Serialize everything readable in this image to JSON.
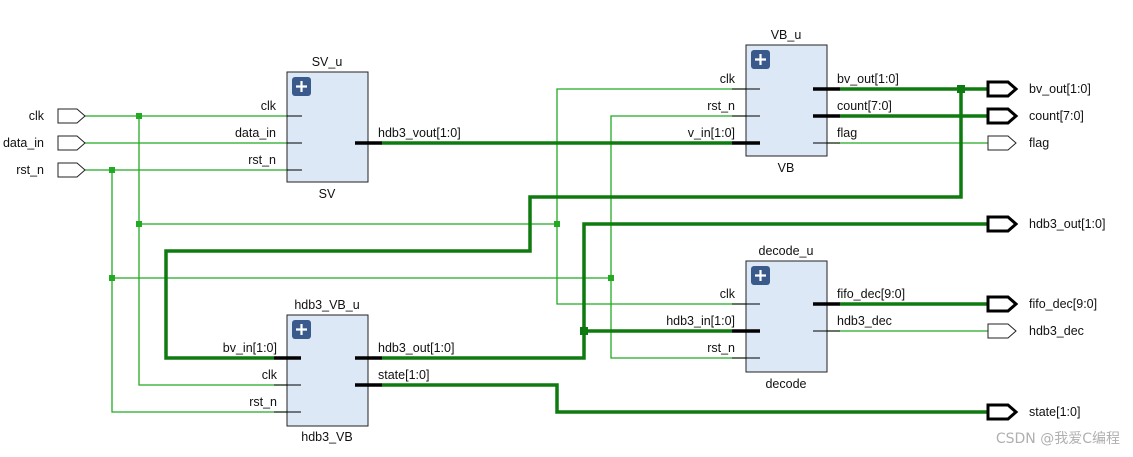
{
  "diagram": {
    "type": "rtl-schematic",
    "colors": {
      "net": "#22aa22",
      "bus": "#0f7a0f",
      "block_fill": "#dde8f6",
      "block_border": "#222222",
      "expand_button": "#3a5a8c",
      "pin": "#000000"
    },
    "top_inputs": [
      {
        "name": "clk",
        "bus": false
      },
      {
        "name": "data_in",
        "bus": false
      },
      {
        "name": "rst_n",
        "bus": false
      }
    ],
    "top_outputs": [
      {
        "name": "bv_out[1:0]",
        "bus": true
      },
      {
        "name": "count[7:0]",
        "bus": true
      },
      {
        "name": "flag",
        "bus": false
      },
      {
        "name": "hdb3_out[1:0]",
        "bus": true
      },
      {
        "name": "fifo_dec[9:0]",
        "bus": true
      },
      {
        "name": "hdb3_dec",
        "bus": false
      },
      {
        "name": "state[1:0]",
        "bus": true
      }
    ],
    "blocks": {
      "sv": {
        "instance": "SV_u",
        "module": "SV",
        "expand_icon": "plus-icon",
        "inputs": [
          "clk",
          "data_in",
          "rst_n"
        ],
        "outputs": [
          "hdb3_vout[1:0]"
        ]
      },
      "vb": {
        "instance": "VB_u",
        "module": "VB",
        "expand_icon": "plus-icon",
        "inputs": [
          "clk",
          "rst_n",
          "v_in[1:0]"
        ],
        "outputs": [
          "bv_out[1:0]",
          "count[7:0]",
          "flag"
        ]
      },
      "hdb3vb": {
        "instance": "hdb3_VB_u",
        "module": "hdb3_VB",
        "expand_icon": "plus-icon",
        "inputs": [
          "bv_in[1:0]",
          "clk",
          "rst_n"
        ],
        "outputs": [
          "hdb3_out[1:0]",
          "state[1:0]"
        ]
      },
      "decode": {
        "instance": "decode_u",
        "module": "decode",
        "expand_icon": "plus-icon",
        "inputs": [
          "clk",
          "hdb3_in[1:0]",
          "rst_n"
        ],
        "outputs": [
          "fifo_dec[9:0]",
          "hdb3_dec"
        ]
      }
    },
    "watermark": "CSDN @我爱C编程"
  }
}
